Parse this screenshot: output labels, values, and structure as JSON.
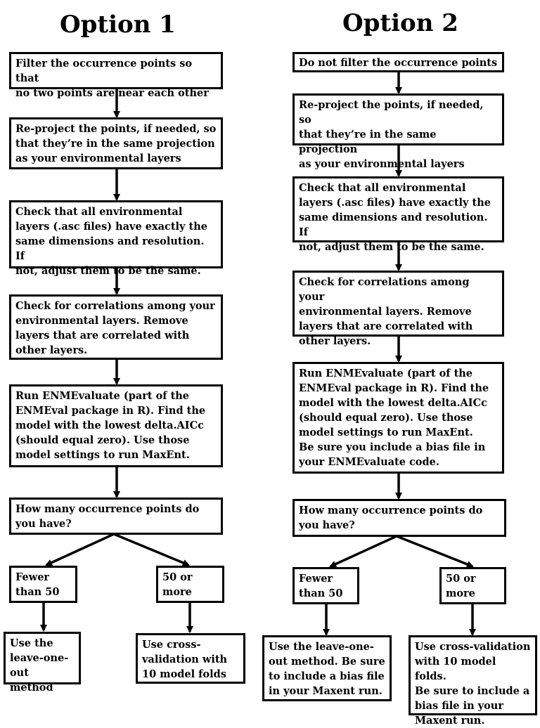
{
  "option1": {
    "title": "Option 1",
    "steps": [
      "Filter the occurrence points so that\nno two points are near each other",
      "Re-project the points, if needed, so\nthat they’re in the same projection\nas your environmental layers",
      "Check that all environmental\nlayers (.asc files) have exactly the\nsame dimensions and resolution. If\nnot, adjust them to be the same.",
      "Check for correlations among your\nenvironmental layers. Remove\nlayers that are correlated with\nother layers.",
      "Run ENMEvaluate (part of the\nENMEval package in R). Find the\nmodel with the lowest delta.AICc\n(should equal zero). Use those\nmodel settings to run MaxEnt.",
      "How many occurrence points do\nyou have?"
    ],
    "branch_left": "Fewer\nthan 50",
    "branch_right": "50 or\nmore",
    "result_left": "Use the\nleave-one-\nout method",
    "result_right": "Use cross-\nvalidation with\n10 model folds"
  },
  "option2": {
    "title": "Option 2",
    "steps": [
      "Do not filter the occurrence points",
      "Re-project the points, if needed, so\nthat they’re in the same projection\nas your environmental layers",
      "Check that all environmental\nlayers (.asc files) have exactly the\nsame dimensions and resolution. If\nnot, adjust them to be the same.",
      "Check for correlations among your\nenvironmental layers. Remove\nlayers that are correlated with\nother layers.",
      "Run ENMEvaluate (part of the\nENMEval package in R). Find the\nmodel with the lowest delta.AICc\n(should equal zero). Use those\nmodel settings to run MaxEnt.\nBe sure you include a bias file in\nyour ENMEvaluate code.",
      "How many occurrence points do\nyou have?"
    ],
    "branch_left": "Fewer\nthan 50",
    "branch_right": "50 or\nmore",
    "result_left": "Use the leave-one-\nout method. Be sure\nto include a bias file\nin your Maxent run.",
    "result_right": "Use cross-validation\nwith 10 model folds.\nBe sure to include a\nbias file in your\nMaxent run."
  }
}
